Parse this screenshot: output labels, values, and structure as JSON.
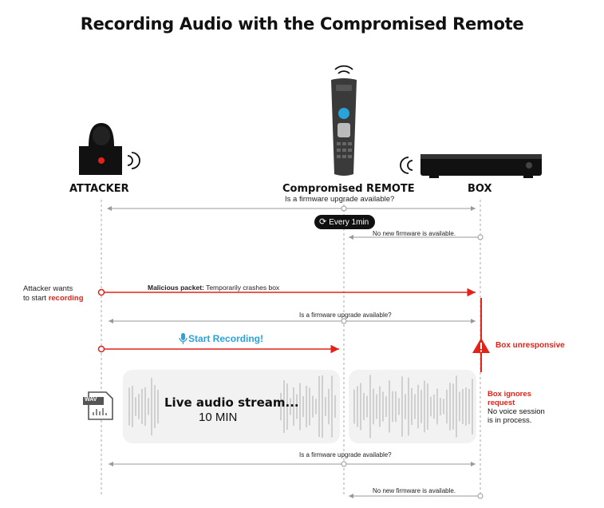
{
  "title": "Recording Audio with the Compromised Remote",
  "actors": {
    "attacker": "ATTACKER",
    "remote": "Compromised REMOTE",
    "box": "BOX"
  },
  "messages": {
    "q1": "Is a firmware upgrade available?",
    "every": "Every 1min",
    "r1": "No new firmware is available.",
    "malicious_bold": "Malicious packet:",
    "malicious_rest": " Temporarily crashes box",
    "q2": "Is a firmware upgrade available?",
    "start_recording": "Start Recording!",
    "q3": "Is a firmware upgrade available?",
    "r2": "No new firmware is available."
  },
  "notes": {
    "attacker_wants_1": "Attacker wants",
    "attacker_wants_2": "to start ",
    "attacker_wants_red": "recording",
    "box_unresponsive": "Box unresponsive",
    "box_ignores_1": "Box ignores",
    "box_ignores_2": "request",
    "voice_1": "No voice session",
    "voice_2": "is in process.",
    "live_stream": "Live audio stream...",
    "duration": "10 MIN",
    "wav": "WAV"
  },
  "icons": [
    "hacker-icon",
    "remote-icon",
    "settop-box-icon",
    "refresh-icon",
    "microphone-icon",
    "warning-icon",
    "wav-file-icon"
  ],
  "colors": {
    "accent_red": "#e2231a",
    "accent_blue": "#2aa3d8",
    "line_gray": "#999999"
  }
}
